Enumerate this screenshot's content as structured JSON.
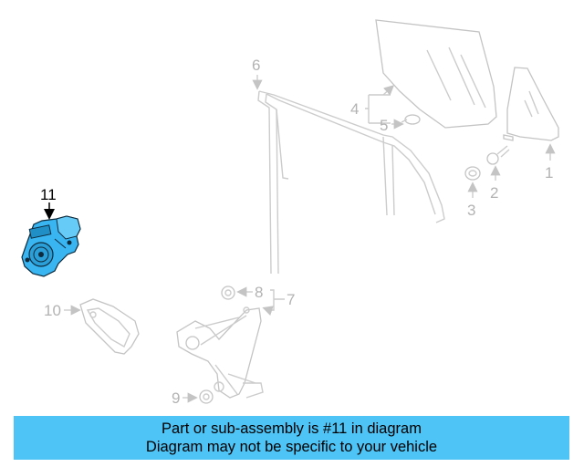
{
  "colors": {
    "accent": "#4ec3f5",
    "highlight": "#39b5f2",
    "faded_line": "#c4c4c4"
  },
  "callouts": {
    "c1": "1",
    "c2": "2",
    "c3": "3",
    "c4": "4",
    "c5": "5",
    "c6": "6",
    "c7": "7",
    "c8": "8",
    "c9": "9",
    "c10": "10",
    "c11": "11"
  },
  "banner": {
    "line1": "Part or sub-assembly is #11 in diagram",
    "line2": "Diagram may not be specific to your vehicle"
  }
}
